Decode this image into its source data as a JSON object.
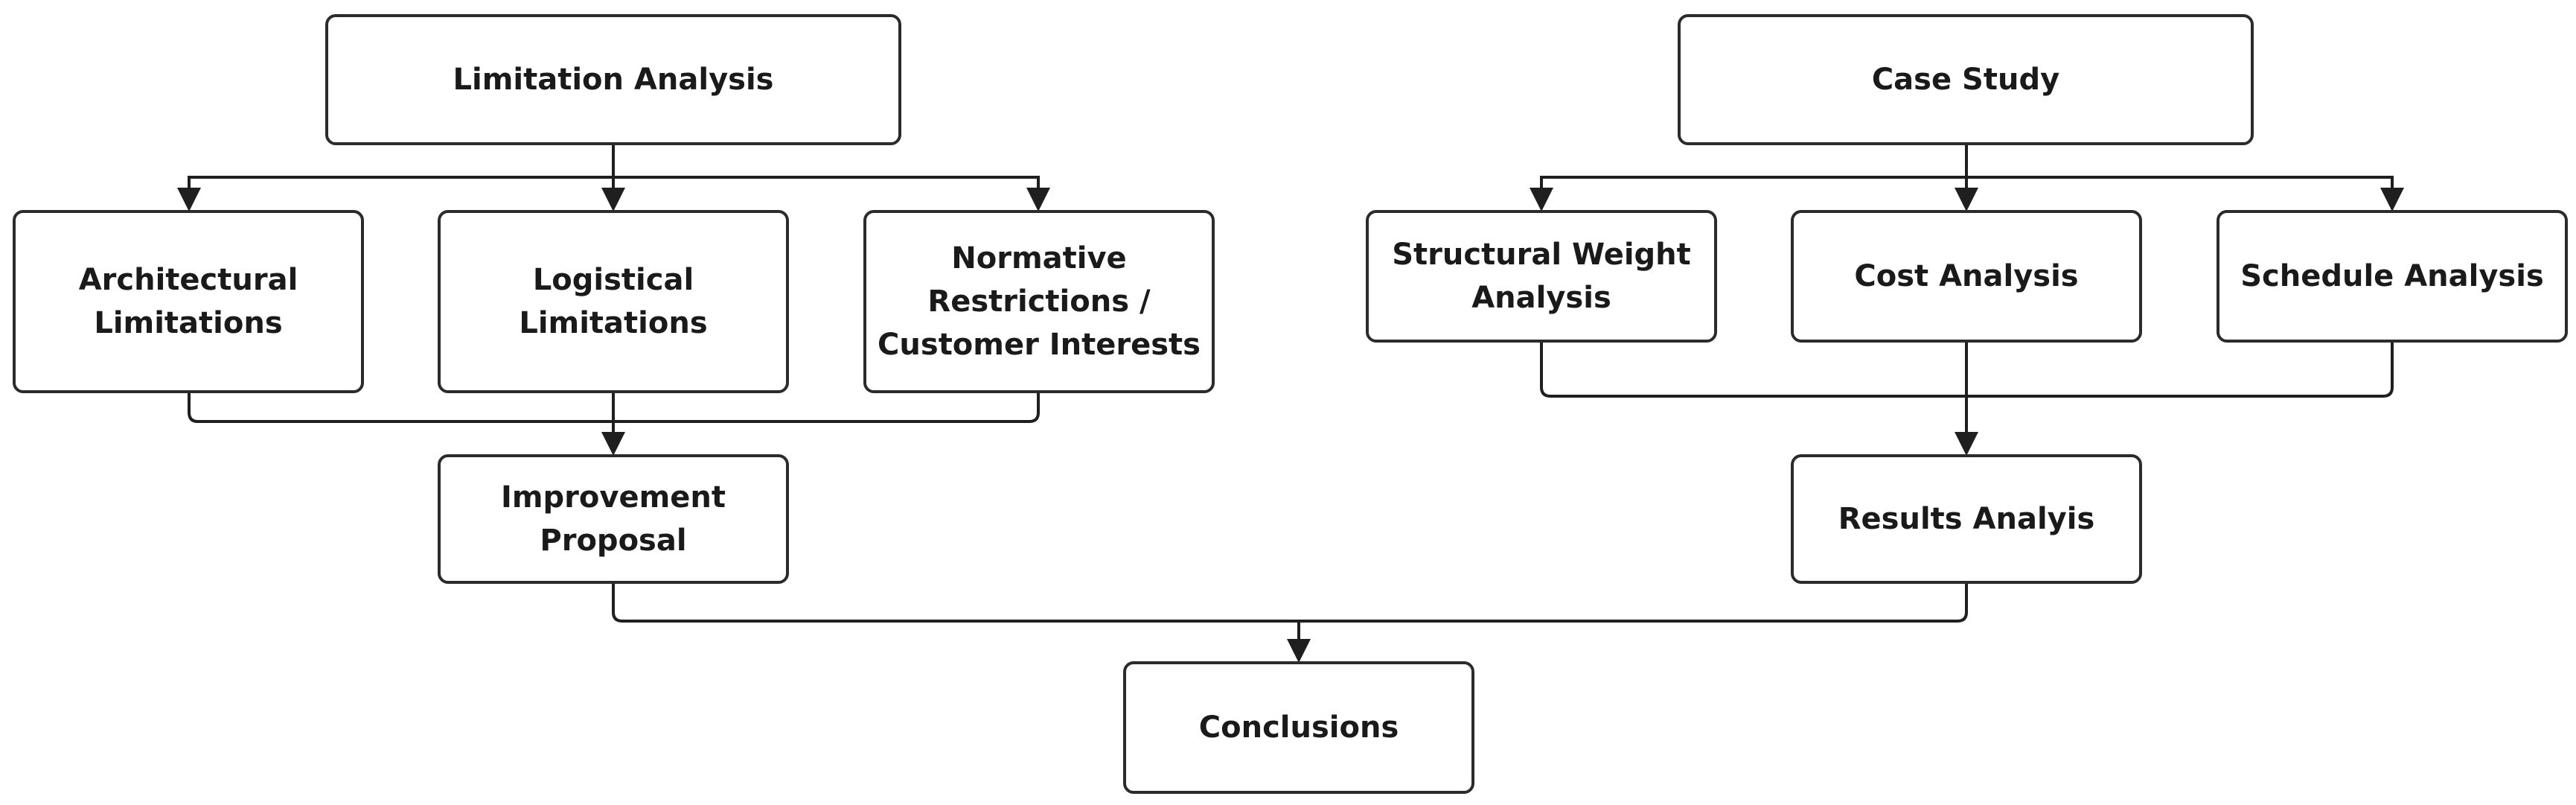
{
  "diagram": {
    "nodes": {
      "limitation_analysis": [
        "Limitation Analysis"
      ],
      "case_study": [
        "Case Study"
      ],
      "architectural_limitations": [
        "Architectural",
        "Limitations"
      ],
      "logistical_limitations": [
        "Logistical",
        "Limitations"
      ],
      "normative_restrictions": [
        "Normative",
        "Restrictions /",
        "Customer Interests"
      ],
      "structural_weight_analysis": [
        "Structural Weight",
        "Analysis"
      ],
      "cost_analysis": [
        "Cost Analysis"
      ],
      "schedule_analysis": [
        "Schedule Analysis"
      ],
      "improvement_proposal": [
        "Improvement",
        "Proposal"
      ],
      "results_analysis": [
        "Results Analyis"
      ],
      "conclusions": [
        "Conclusions"
      ]
    },
    "edges": [
      [
        "limitation_analysis",
        "architectural_limitations"
      ],
      [
        "limitation_analysis",
        "logistical_limitations"
      ],
      [
        "limitation_analysis",
        "normative_restrictions"
      ],
      [
        "case_study",
        "structural_weight_analysis"
      ],
      [
        "case_study",
        "cost_analysis"
      ],
      [
        "case_study",
        "schedule_analysis"
      ],
      [
        "architectural_limitations",
        "improvement_proposal"
      ],
      [
        "logistical_limitations",
        "improvement_proposal"
      ],
      [
        "normative_restrictions",
        "improvement_proposal"
      ],
      [
        "structural_weight_analysis",
        "results_analysis"
      ],
      [
        "cost_analysis",
        "results_analysis"
      ],
      [
        "schedule_analysis",
        "results_analysis"
      ],
      [
        "improvement_proposal",
        "conclusions"
      ],
      [
        "results_analysis",
        "conclusions"
      ]
    ]
  }
}
